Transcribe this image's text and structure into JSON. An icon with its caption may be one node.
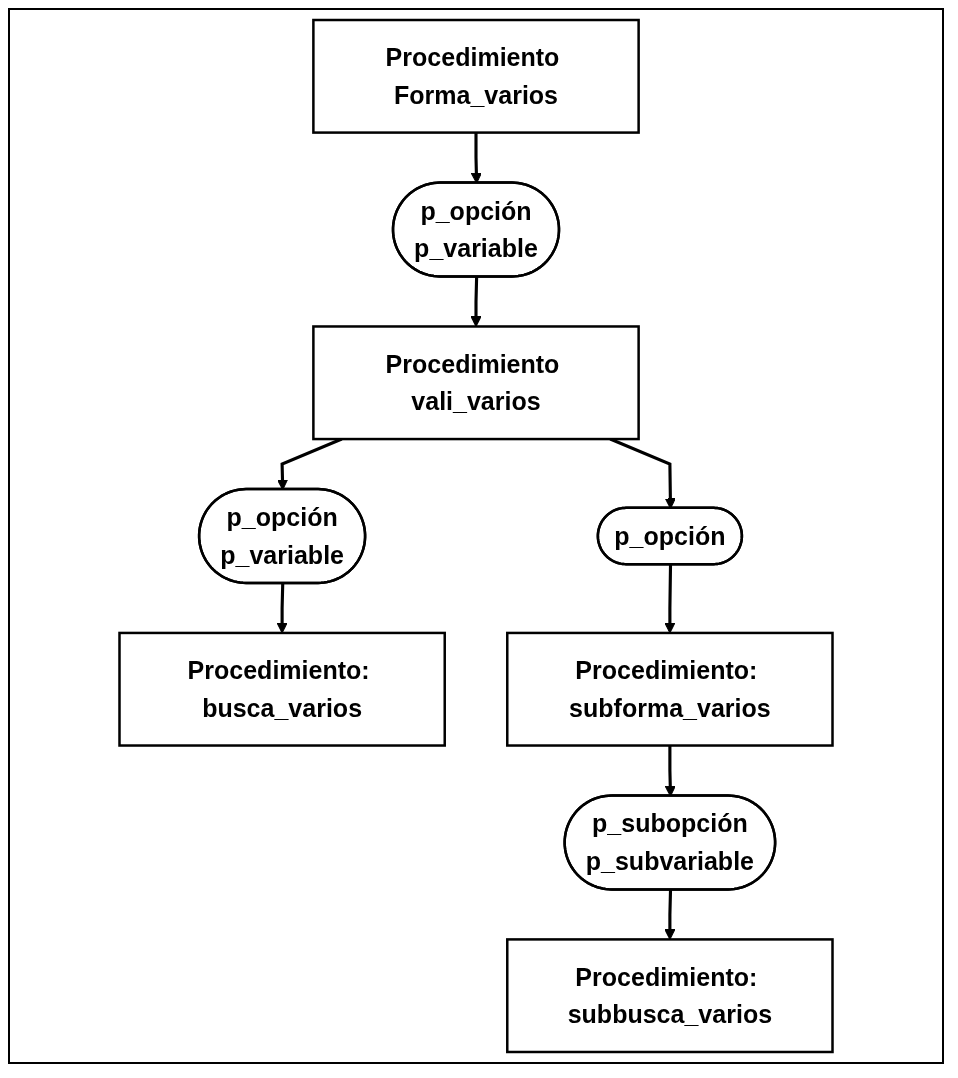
{
  "diagram": {
    "nodes": [
      {
        "text": [
          "Procedimiento Forma_varios"
        ]
      },
      {
        "text": [
          "p_opción",
          "p_variable"
        ]
      },
      {
        "text": [
          "Procedimiento vali_varios"
        ]
      },
      {
        "text": [
          "p_opción",
          "p_variable"
        ]
      },
      {
        "text": [
          "p_opción"
        ]
      },
      {
        "text": [
          "Procedimiento: busca_varios"
        ]
      },
      {
        "text": [
          "Procedimiento: subforma_varios"
        ]
      },
      {
        "text": [
          "p_subopción",
          "p_subvariable"
        ]
      },
      {
        "text": [
          "Procedimiento: subbusca_varios"
        ]
      }
    ],
    "edges": [
      {
        "from": 0,
        "to": 1,
        "arrow": "to"
      },
      {
        "from": 1,
        "to": 2,
        "arrow": "to"
      },
      {
        "from": 2,
        "to": 3,
        "arrow": "to"
      },
      {
        "from": 2,
        "to": 4,
        "arrow": "to"
      },
      {
        "from": 3,
        "to": 5,
        "arrow": "to"
      },
      {
        "from": 4,
        "to": 6,
        "arrow": "to"
      },
      {
        "from": 6,
        "to": 7,
        "arrow": "to"
      },
      {
        "from": 7,
        "to": 8,
        "arrow": "to"
      }
    ]
  }
}
